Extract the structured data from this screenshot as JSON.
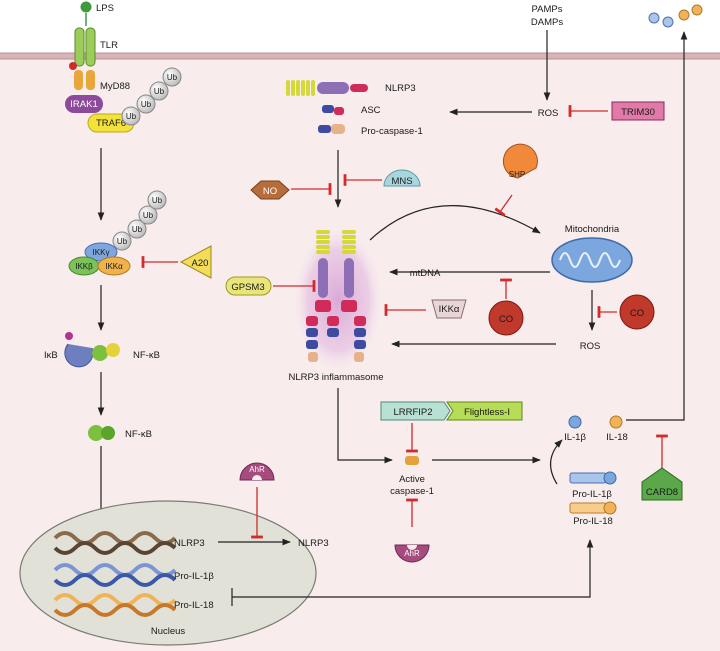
{
  "extracellular": {
    "lps": "LPS",
    "tlr": "TLR",
    "pamps": "PAMPs",
    "damps": "DAMPs"
  },
  "tlr_pathway": {
    "myd88": "MyD88",
    "irak1": "IRAK1",
    "traf6": "TRAF6",
    "ub": "Ub",
    "ikk_gamma": "IKKγ",
    "ikk_beta": "IKKβ",
    "ikk_alpha": "IKKα",
    "a20": "A20",
    "ikb": "IκB",
    "nfkb_complex": "NF-κB",
    "nfkb": "NF-κB"
  },
  "priming": {
    "nlrp3": "NLRP3",
    "asc": "ASC",
    "pro_caspase1": "Pro-caspase-1",
    "no": "NO",
    "mns": "MNS",
    "gpsm3": "GPSM3"
  },
  "inflammasome": {
    "label": "NLRP3 inflammasome",
    "mtdna": "mtDNA",
    "ikk_alpha": "IKKα",
    "co": "CO",
    "ros": "ROS"
  },
  "mito_branch": {
    "ros": "ROS",
    "trim30": "TRIM30",
    "shp": "SHP",
    "mitochondria": "Mitochondria",
    "co": "CO"
  },
  "caspase": {
    "lrrfip2": "LRRFIP2",
    "flightless": "Flightless-I",
    "active_caspase1_line1": "Active",
    "active_caspase1_line2": "caspase-1",
    "ahr": "AhR"
  },
  "cytokines": {
    "il1b": "IL-1β",
    "il18": "IL-18",
    "pro_il1b": "Pro-IL-1β",
    "pro_il18": "Pro-IL-18",
    "card8": "CARD8"
  },
  "nucleus": {
    "label": "Nucleus",
    "gene_nlrp3": "NLRP3",
    "gene_pro_il1b": "Pro-IL-1β",
    "gene_pro_il18": "Pro-IL-18",
    "nlrp3_out": "NLRP3",
    "ahr": "AhR"
  },
  "colors": {
    "inhibit": "#d12b2b",
    "arrow": "#222222",
    "cytoplasm": "#f8ecec",
    "membrane": "#c9a3a8",
    "nucleus": "#e1e1d7",
    "purple": "#8d4a9a",
    "green": "#7dbf3e",
    "orange": "#e5a23a",
    "red": "#c0392b",
    "blue": "#4b6fb5"
  }
}
